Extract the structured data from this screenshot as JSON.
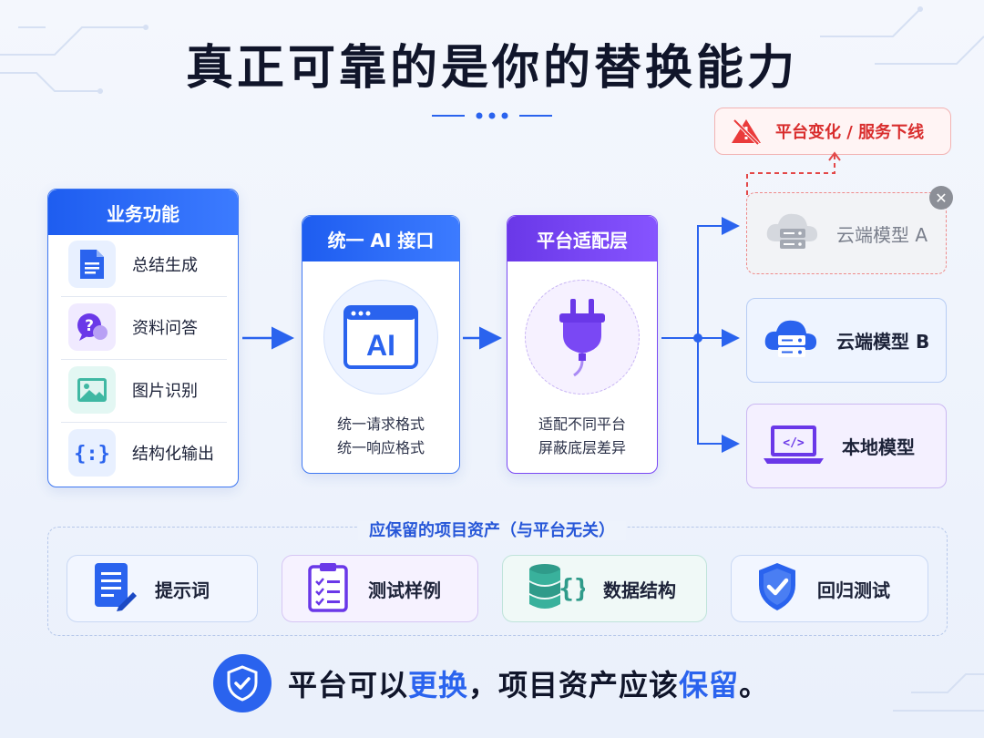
{
  "title": "真正可靠的是你的替换能力",
  "warning": {
    "text": "平台变化 / 服务下线",
    "icon": "warning-slash-icon"
  },
  "business": {
    "header": "业务功能",
    "items": [
      {
        "label": "总结生成",
        "icon": "document-icon"
      },
      {
        "label": "资料问答",
        "icon": "question-chat-icon"
      },
      {
        "label": "图片识别",
        "icon": "image-icon"
      },
      {
        "label": "结构化输出",
        "icon": "code-braces-icon"
      }
    ]
  },
  "unified_api": {
    "header": "统一 AI 接口",
    "icon_text": "AI",
    "desc": [
      "统一请求格式",
      "统一响应格式"
    ]
  },
  "adapter": {
    "header": "平台适配层",
    "desc": [
      "适配不同平台",
      "屏蔽底层差异"
    ],
    "icon": "plug-icon"
  },
  "models": [
    {
      "label": "云端模型 A",
      "icon": "cloud-server-icon",
      "state": "offline"
    },
    {
      "label": "云端模型 B",
      "icon": "cloud-server-icon",
      "state": "active"
    },
    {
      "label": "本地模型",
      "icon": "laptop-code-icon",
      "state": "active"
    }
  ],
  "assets": {
    "title": "应保留的项目资产（与平台无关）",
    "items": [
      {
        "label": "提示词",
        "icon": "prompt-doc-icon"
      },
      {
        "label": "测试样例",
        "icon": "checklist-icon"
      },
      {
        "label": "数据结构",
        "icon": "database-icon"
      },
      {
        "label": "回归测试",
        "icon": "shield-check-icon"
      }
    ]
  },
  "footer": {
    "part1": "平台可以",
    "highlight1": "更换",
    "part2": "，项目资产应该",
    "highlight2": "保留",
    "part3": "。"
  },
  "colors": {
    "primary_blue": "#2a63ee",
    "purple": "#7a48f4",
    "danger": "#d92d2d",
    "teal": "#2f9b8a"
  }
}
